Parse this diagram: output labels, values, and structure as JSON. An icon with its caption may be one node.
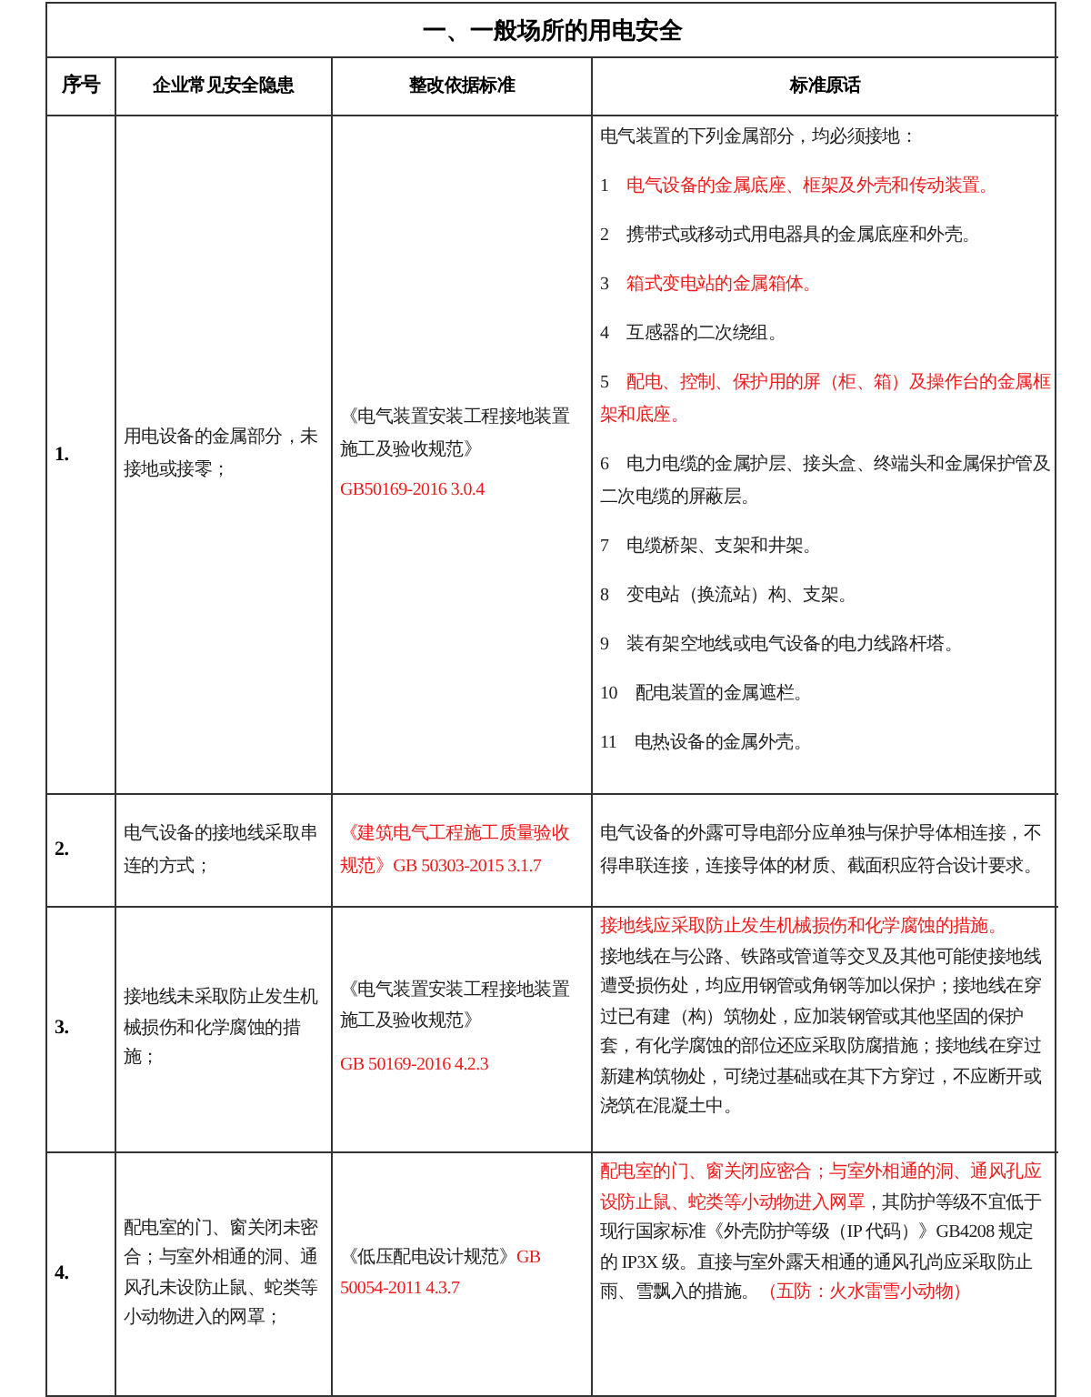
{
  "diagram": {
    "title": "一、一般场所的用电安全",
    "labels": [
      "序号",
      "企业常见安全隐患",
      "整改依据标准",
      "标准原话",
      "1.",
      "用电设备的金属部分，未接地或接零；",
      "《电气装置安装工程接地装置施工及验收规范》",
      "GB50169-2016 3.0.4",
      "电气装置的下列金属部分，均必须接地：",
      "1",
      "电气设备的金属底座、框架及外壳和传动装置。",
      "2",
      "携带式或移动式用电器具的金属底座和外壳。",
      "3",
      "箱式变电站的金属箱体。",
      "4",
      "互感器的二次绕组。",
      "5",
      "配电、控制、保护用的屏（柜、箱）及操作台的金属框架和底座。",
      "6",
      "电力电缆的金属护层、接头盒、终端头和金属保护管及二次电缆的屏蔽层。",
      "7",
      "电缆桥架、支架和井架。",
      "8",
      "变电站（换流站）构、支架。",
      "9",
      "装有架空地线或电气设备的电力线路杆塔。",
      "10",
      "配电装置的金属遮栏。",
      "11",
      "电热设备的金属外壳。",
      "2.",
      "电气设备的接地线采取串连的方式；",
      "《建筑电气工程施工质量验收规范》GB 50303-2015 3.1.7",
      "电气设备的外露可导电部分应单独与保护导体相连接，不得串联连接，连接导体的材质、截面积应符合设计要求。",
      "3.",
      "接地线未采取防止发生机械损伤和化学腐蚀的措施；",
      "《电气装置安装工程接地装置施工及验收规范》",
      "GB 50169-2016 4.2.3",
      "接地线应采取防止发生机械损伤和化学腐蚀的措施。",
      "接地线在与公路、铁路或管道等交叉及其他可能使接地线遭受损伤处，均应用钢管或角钢等加以保护；接地线在穿过已有建（构）筑物处，应加装钢管或其他坚固的保护套，有化学腐蚀的部位还应采取防腐措施；接地线在穿过新建构筑物处，可绕过基础或在其下方穿过，不应断开或浇筑在混凝土中。",
      "4.",
      "配电室的门、窗关闭未密合；与室外相通的洞、通风孔未设防止鼠、蛇类等小动物进入的网罩；",
      "《低压配电设计规范》",
      "GB 50054-2011 4.3.7",
      "配电室的门、窗关闭应密合；与室外相通的洞、通风孔应设防止鼠、蛇类等小动物进入网罩",
      "，其防护等级不宜低于现行国家标准《外壳防护等级（IP 代码）》GB4208 规定的 IP3X 级。直接与室外露天相通的通风孔尚应采取防止雨、雪飘入的措施。",
      "（五防：火水雷雪小动物）"
    ]
  }
}
